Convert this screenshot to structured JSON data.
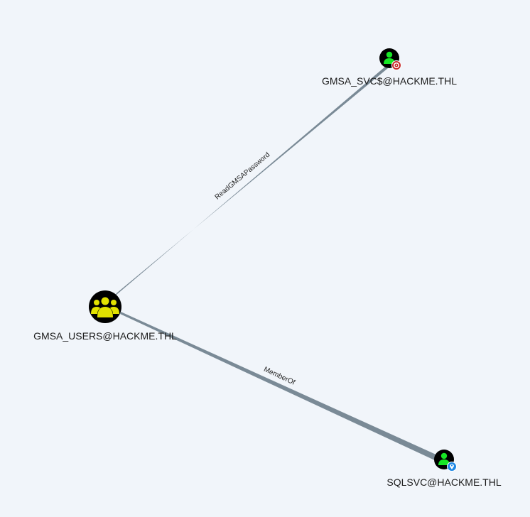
{
  "graph": {
    "background": "#f1f5fa",
    "edge_color": "#7a8a96",
    "nodes": [
      {
        "id": "users",
        "kind": "group",
        "label": "GMSA_USERS@HACKME.THL",
        "icon": "group-icon",
        "fill": "#000000",
        "icon_color": "#e1e100"
      },
      {
        "id": "svc",
        "kind": "user",
        "label": "GMSA_SVC$@HACKME.THL",
        "icon": "user-icon",
        "badge": "target-icon",
        "fill": "#000000",
        "icon_color": "#17e625",
        "badge_color": "#c62828"
      },
      {
        "id": "sql",
        "kind": "user",
        "label": "SQLSVC@HACKME.THL",
        "icon": "user-icon",
        "badge": "location-pin-icon",
        "fill": "#000000",
        "icon_color": "#17e625",
        "badge_color": "#1e88e5"
      }
    ],
    "edges": [
      {
        "from": "users",
        "to": "svc",
        "label": "ReadGMSAPassword"
      },
      {
        "from": "users",
        "to": "sql",
        "label": "MemberOf"
      }
    ]
  }
}
